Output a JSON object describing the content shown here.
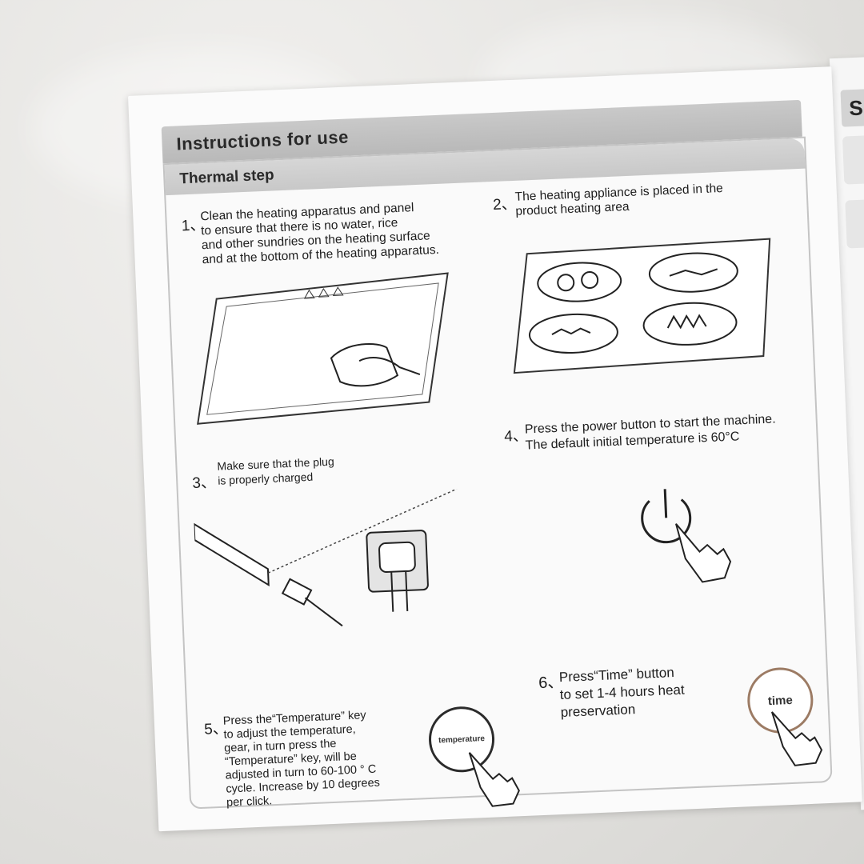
{
  "manual": {
    "header_title": "Instructions for use",
    "section_title": "Thermal step"
  },
  "right_page": {
    "partial_letter": "S"
  },
  "steps": [
    {
      "number": "1、",
      "lines": [
        "Clean the heating apparatus and panel",
        "to ensure that there is no water,  rice",
        "and other sundries on the heating surface",
        "and at the bottom of the heating apparatus."
      ]
    },
    {
      "number": "2、",
      "lines": [
        "The heating appliance is placed in the",
        "product heating area"
      ]
    },
    {
      "number": "3、",
      "lines": [
        "Make sure that the plug",
        "is properly charged"
      ]
    },
    {
      "number": "4、",
      "lines": [
        "Press the power button to start the machine.",
        "The default initial temperature is 60°C"
      ]
    },
    {
      "number": "5、",
      "lines": [
        "Press the“Temperature” key",
        "to adjust the temperature,",
        "gear, in turn press the",
        "“Temperature” key, will be",
        "adjusted in turn to 60-100 ° C",
        "cycle. Increase by 10 degrees",
        "per click."
      ]
    },
    {
      "number": "6、",
      "lines": [
        "Press“Time” button",
        "to set 1-4 hours heat",
        "preservation"
      ]
    }
  ],
  "buttons": {
    "temperature_label": "temperature",
    "time_label": "time"
  },
  "icons": [
    "power-icon",
    "hand-pointer-icon",
    "cloth-hand-icon",
    "plug-icon",
    "socket-icon",
    "warning-icon"
  ]
}
